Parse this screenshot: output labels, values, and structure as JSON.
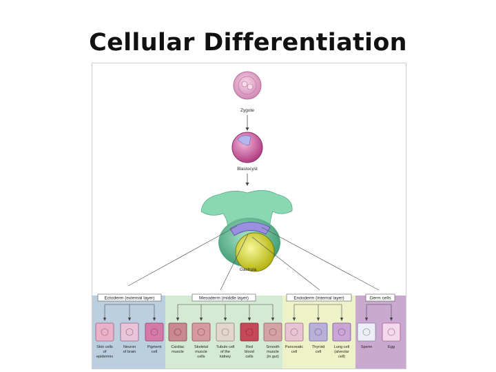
{
  "slide": {
    "title": "Cellular Differentiation"
  },
  "stages": {
    "zygote": "Zygote",
    "blastocyst": "Blastocyst",
    "gastrula": "Gastrula"
  },
  "groups": [
    {
      "label": "Ectoderm (external layer)",
      "color": "#bccfe0"
    },
    {
      "label": "Mesoderm (middle layer)",
      "color": "#d4ead2"
    },
    {
      "label": "Endoderm (internal layer)",
      "color": "#eef2c8"
    },
    {
      "label": "Germ cells",
      "color": "#c9a9cf"
    }
  ],
  "cells": [
    {
      "lines": [
        "Skin cells",
        "of",
        "epidermis"
      ]
    },
    {
      "lines": [
        "Neuron",
        "of brain"
      ]
    },
    {
      "lines": [
        "Pigment",
        "cell"
      ]
    },
    {
      "lines": [
        "Cardiac",
        "muscle"
      ]
    },
    {
      "lines": [
        "Skeletal",
        "muscle",
        "cells"
      ]
    },
    {
      "lines": [
        "Tubule cell",
        "of the",
        "kidney"
      ]
    },
    {
      "lines": [
        "Red",
        "blood",
        "cells"
      ]
    },
    {
      "lines": [
        "Smooth",
        "muscle",
        "(in gut)"
      ]
    },
    {
      "lines": [
        "Pancreatic",
        "cell"
      ]
    },
    {
      "lines": [
        "Thyroid",
        "cell"
      ]
    },
    {
      "lines": [
        "Lung cell",
        "(alveolar",
        "cell)"
      ]
    },
    {
      "lines": [
        "Sperm"
      ]
    },
    {
      "lines": [
        "Egg"
      ]
    }
  ]
}
